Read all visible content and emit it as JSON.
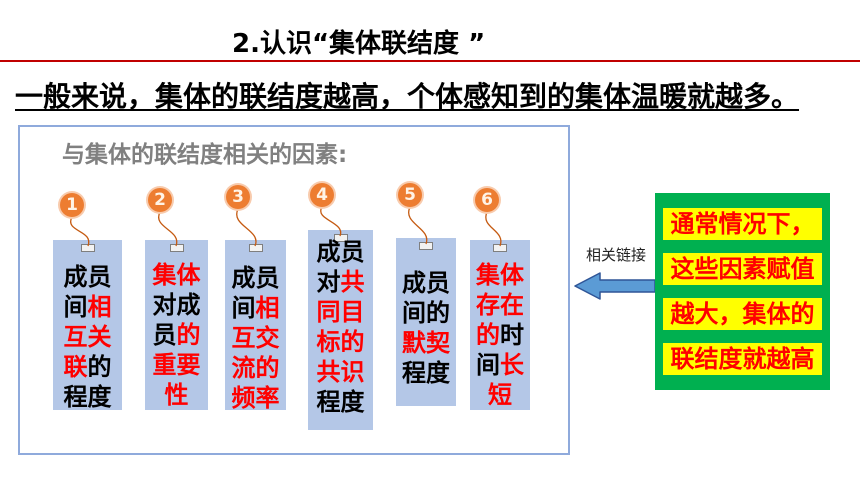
{
  "slide": {
    "title": "2.认识“集体联结度 ”",
    "statement": "一般来说，集体的联结度越高，个体感知到的集体温暖就越多。"
  },
  "factors": {
    "heading": "与集体的联结度相关的因素:",
    "tags": [
      {
        "number": "1",
        "lines": [
          [
            {
              "text": "成员",
              "emphasis": false
            }
          ],
          [
            {
              "text": "间",
              "emphasis": false
            },
            {
              "text": "相",
              "emphasis": true
            }
          ],
          [
            {
              "text": "互关",
              "emphasis": true
            }
          ],
          [
            {
              "text": "联",
              "emphasis": true
            },
            {
              "text": "的",
              "emphasis": false
            }
          ],
          [
            {
              "text": "程度",
              "emphasis": false
            }
          ]
        ]
      },
      {
        "number": "2",
        "lines": [
          [
            {
              "text": "集体",
              "emphasis": true
            }
          ],
          [
            {
              "text": "对成",
              "emphasis": false
            }
          ],
          [
            {
              "text": "员",
              "emphasis": false
            },
            {
              "text": "的",
              "emphasis": true
            }
          ],
          [
            {
              "text": "重要",
              "emphasis": true
            }
          ],
          [
            {
              "text": "性",
              "emphasis": true
            }
          ]
        ]
      },
      {
        "number": "3",
        "lines": [
          [
            {
              "text": "成员",
              "emphasis": false
            }
          ],
          [
            {
              "text": "间",
              "emphasis": false
            },
            {
              "text": "相",
              "emphasis": true
            }
          ],
          [
            {
              "text": "互交",
              "emphasis": true
            }
          ],
          [
            {
              "text": "流的",
              "emphasis": true
            }
          ],
          [
            {
              "text": "频率",
              "emphasis": true
            }
          ]
        ]
      },
      {
        "number": "4",
        "lines": [
          [
            {
              "text": "成员",
              "emphasis": false
            }
          ],
          [
            {
              "text": "对",
              "emphasis": false
            },
            {
              "text": "共",
              "emphasis": true
            }
          ],
          [
            {
              "text": "同目",
              "emphasis": true
            }
          ],
          [
            {
              "text": "标的",
              "emphasis": true
            }
          ],
          [
            {
              "text": "共识",
              "emphasis": true
            }
          ],
          [
            {
              "text": "程度",
              "emphasis": false
            }
          ]
        ]
      },
      {
        "number": "5",
        "lines": [
          [
            {
              "text": "成员",
              "emphasis": false
            }
          ],
          [
            {
              "text": "间的",
              "emphasis": false
            }
          ],
          [
            {
              "text": "默契",
              "emphasis": true
            }
          ],
          [
            {
              "text": "程度",
              "emphasis": false
            }
          ]
        ]
      },
      {
        "number": "6",
        "lines": [
          [
            {
              "text": "集体",
              "emphasis": true
            }
          ],
          [
            {
              "text": "存在",
              "emphasis": true
            }
          ],
          [
            {
              "text": "的",
              "emphasis": true
            },
            {
              "text": "时",
              "emphasis": false
            }
          ],
          [
            {
              "text": "间",
              "emphasis": false
            },
            {
              "text": "长",
              "emphasis": true
            }
          ],
          [
            {
              "text": "短",
              "emphasis": true
            }
          ]
        ]
      }
    ]
  },
  "link": {
    "label": "相关链接",
    "icon": "arrow-left-icon"
  },
  "conclusion": {
    "lines": [
      "通常情况下，",
      "这些因素赋值",
      "越大，集体的",
      "联结度就越高"
    ]
  },
  "colors": {
    "title_rule": "#c00000",
    "panel_border": "#8faadc",
    "heading_gray": "#808080",
    "tag_fill": "#b4c7e7",
    "badge_orange": "#ed7d31",
    "emphasis_red": "#ff0000",
    "arrow_blue": "#5b9bd5",
    "conclusion_green": "#00b050",
    "conclusion_highlight": "#ffff00"
  }
}
